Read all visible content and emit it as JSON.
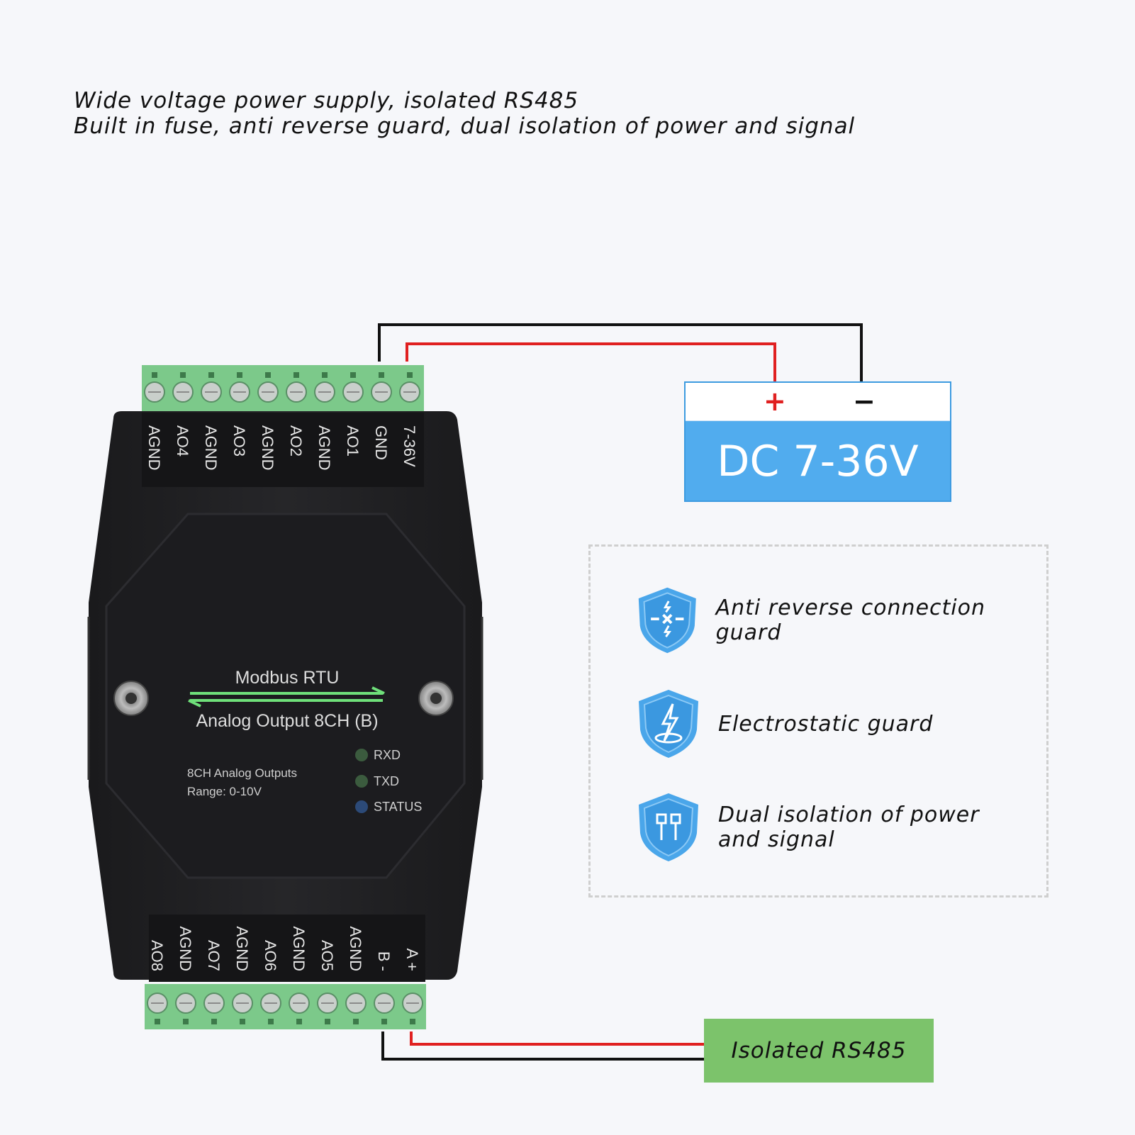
{
  "header": {
    "line1": "Wide voltage power supply, isolated RS485",
    "line2": "Built in fuse, anti reverse guard, dual isolation of power and signal"
  },
  "device": {
    "title": "Modbus RTU",
    "subtitle": "Analog Output 8CH (B)",
    "desc_line1": "8CH Analog Outputs",
    "desc_line2": "Range:  0-10V",
    "leds": [
      "RXD",
      "TXD",
      "STATUS"
    ],
    "top_terminals": [
      "AGND",
      "AO4",
      "AGND",
      "AO3",
      "AGND",
      "AO2",
      "AGND",
      "AO1",
      "GND",
      "7-36V"
    ],
    "bottom_terminals": [
      "AO8",
      "AGND",
      "AO7",
      "AGND",
      "AO6",
      "AGND",
      "AO5",
      "AGND",
      "B -",
      "A +"
    ]
  },
  "power": {
    "plus": "+",
    "minus": "−",
    "label": "DC 7-36V"
  },
  "features": [
    {
      "label": "Anti reverse connection guard",
      "icon": "reverse-guard-icon"
    },
    {
      "label": "Electrostatic guard",
      "icon": "electrostatic-icon"
    },
    {
      "label": "Dual isolation of power and signal",
      "icon": "isolation-icon"
    }
  ],
  "rs485": {
    "label": "Isolated RS485"
  },
  "colors": {
    "terminal_green": "#7cc98a",
    "power_blue": "#51acee",
    "rs485_green": "#7cc36b",
    "wire_red": "#e02020",
    "wire_black": "#111111",
    "arrow_green": "#6fe07a"
  }
}
